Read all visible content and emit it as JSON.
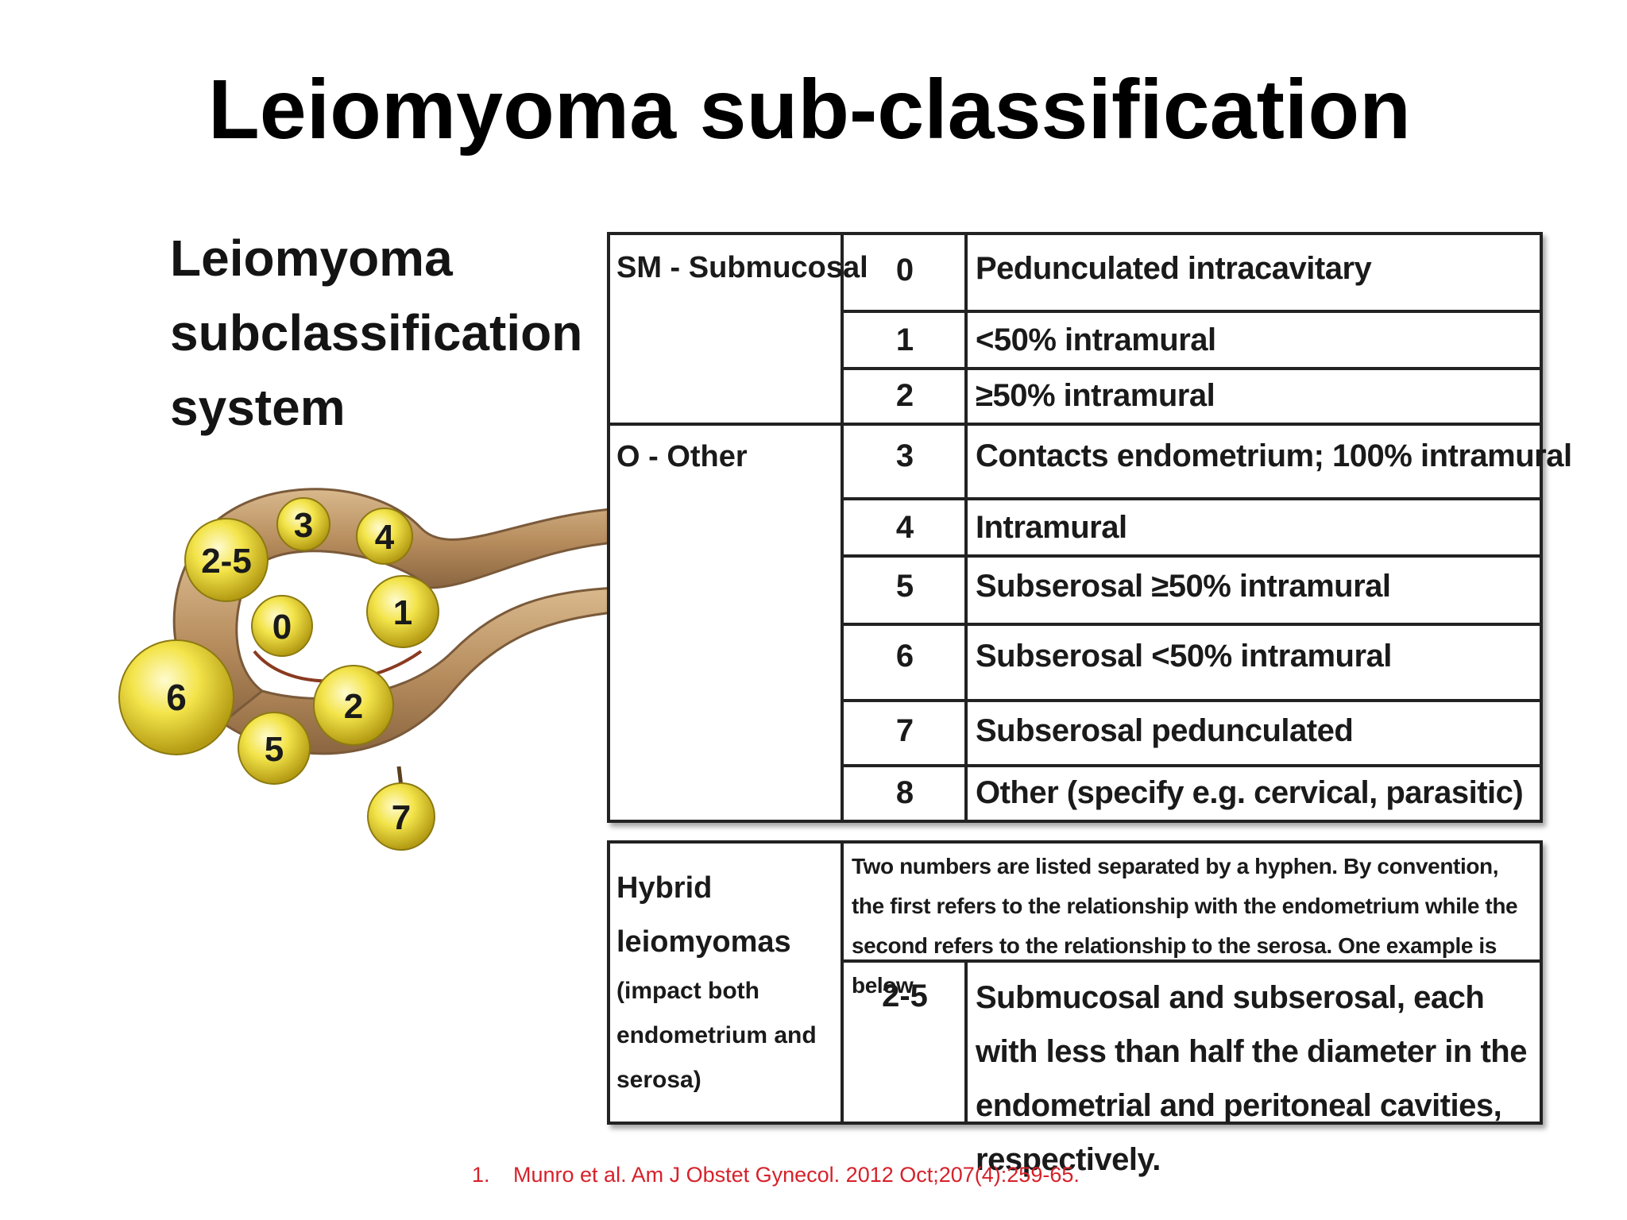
{
  "slide": {
    "title": "Leiomyoma sub-classification"
  },
  "figure": {
    "title_lines": [
      "Leiomyoma",
      "subclassification",
      "system"
    ],
    "diagram_labels": [
      "2-5",
      "3",
      "4",
      "0",
      "1",
      "6",
      "2",
      "5",
      "7"
    ]
  },
  "table": {
    "categories": {
      "sm": "SM - Submucosal",
      "o": "O - Other"
    },
    "rows": [
      {
        "num": "0",
        "desc": "Pedunculated intracavitary"
      },
      {
        "num": "1",
        "desc": "<50% intramural"
      },
      {
        "num": "2",
        "desc": "≥50% intramural"
      },
      {
        "num": "3",
        "desc": "Contacts endometrium; 100% intramural"
      },
      {
        "num": "4",
        "desc": "Intramural"
      },
      {
        "num": "5",
        "desc": "Subserosal ≥50% intramural"
      },
      {
        "num": "6",
        "desc": "Subserosal <50% intramural"
      },
      {
        "num": "7",
        "desc": "Subserosal pedunculated"
      },
      {
        "num": "8",
        "desc": "Other (specify e.g. cervical, parasitic)"
      }
    ]
  },
  "hybrid": {
    "title_line1": "Hybrid",
    "title_line2": "leiomyomas",
    "sub_line1": "(impact both",
    "sub_line2": "endometrium and",
    "sub_line3": "serosa)",
    "note": "Two numbers are listed separated by a hyphen. By convention, the first refers to the relationship with the endometrium while the second refers to the relationship to the serosa. One example is below",
    "example_num": "2-5",
    "example_desc": "Submucosal and subserosal, each with less than half the diameter in the endometrial and peritoneal cavities, respectively."
  },
  "citation": {
    "index": "1.",
    "text": "Munro et al. Am J Obstet Gynecol. 2012 Oct;207(4):259-65."
  },
  "colors": {
    "citation": "#d6212a",
    "fibroid_fill": "#f3e44a",
    "uterus_fill": "#b58b5c"
  }
}
